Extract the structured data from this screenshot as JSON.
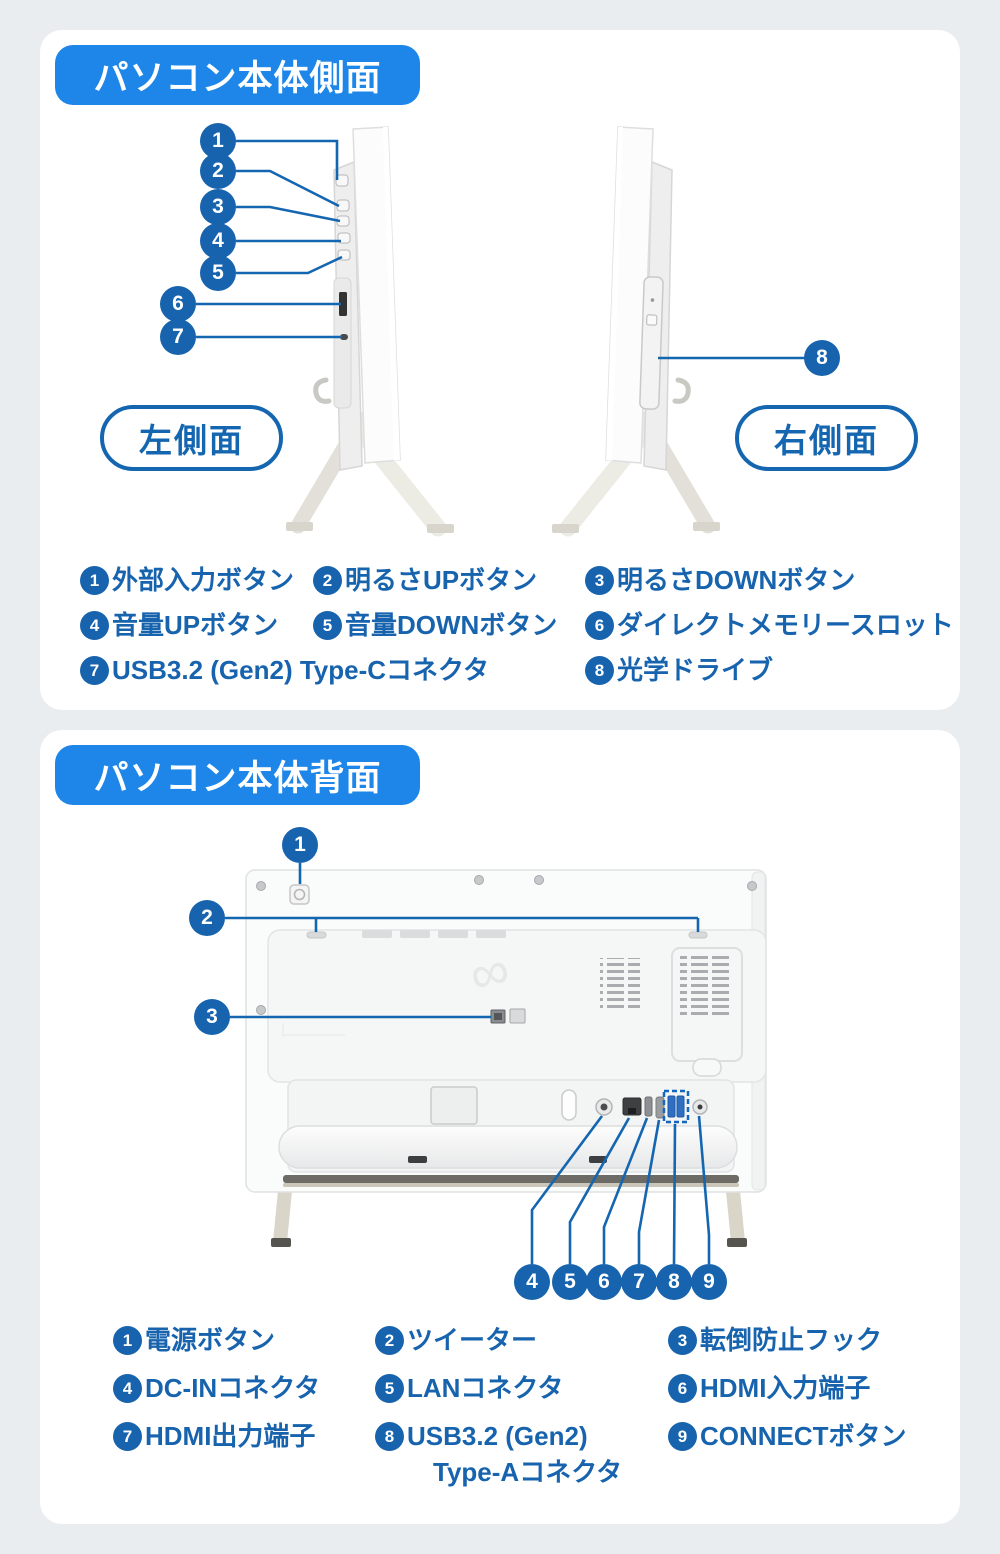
{
  "colors": {
    "badge_blue": "#1d86e8",
    "deep_blue": "#1763ad"
  },
  "section_side": {
    "title": "パソコン本体側面",
    "left_view_label": "左側面",
    "right_view_label": "右側面",
    "callouts": [
      "1",
      "2",
      "3",
      "4",
      "5",
      "6",
      "7",
      "8"
    ],
    "legend": [
      {
        "num": "1",
        "label": "外部入力ボタン"
      },
      {
        "num": "2",
        "label": "明るさUPボタン"
      },
      {
        "num": "3",
        "label": "明るさDOWNボタン"
      },
      {
        "num": "4",
        "label": "音量UPボタン"
      },
      {
        "num": "5",
        "label": "音量DOWNボタン"
      },
      {
        "num": "6",
        "label": "ダイレクトメモリースロット"
      },
      {
        "num": "7",
        "label": "USB3.2 (Gen2) Type-Cコネクタ"
      },
      {
        "num": "8",
        "label": "光学ドライブ"
      }
    ]
  },
  "section_back": {
    "title": "パソコン本体背面",
    "callouts": [
      "1",
      "2",
      "3",
      "4",
      "5",
      "6",
      "7",
      "8",
      "9"
    ],
    "legend": [
      {
        "num": "1",
        "label": "電源ボタン"
      },
      {
        "num": "2",
        "label": "ツイーター"
      },
      {
        "num": "3",
        "label": "転倒防止フック"
      },
      {
        "num": "4",
        "label": "DC-INコネクタ"
      },
      {
        "num": "5",
        "label": "LANコネクタ"
      },
      {
        "num": "6",
        "label": "HDMI入力端子"
      },
      {
        "num": "7",
        "label": "HDMI出力端子"
      },
      {
        "num": "8",
        "label": "USB3.2 (Gen2)",
        "label2": "Type-Aコネクタ"
      },
      {
        "num": "9",
        "label": "CONNECTボタン"
      }
    ]
  }
}
